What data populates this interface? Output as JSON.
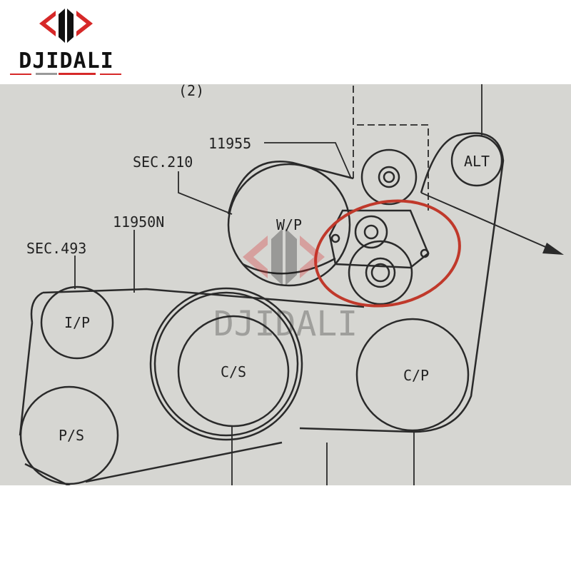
{
  "logo": {
    "brand": "DJIDALI",
    "accent_color": "#d62828"
  },
  "diagram": {
    "callouts": {
      "qty": "(2)",
      "part_11955": "11955",
      "sec_210": "SEC.210",
      "part_11950n": "11950N",
      "sec_493": "SEC.493"
    },
    "pulleys": {
      "alt": "ALT",
      "wp": "W/P",
      "ip": "I/P",
      "cs": "C/S",
      "cp": "C/P",
      "ps": "P/S"
    },
    "highlight_color": "#c0392b",
    "watermark": "DJIDALI"
  }
}
